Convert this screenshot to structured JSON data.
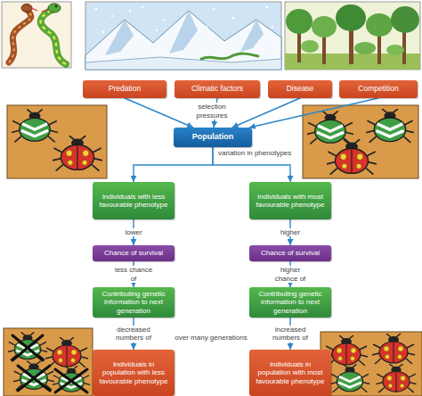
{
  "diagram": {
    "nodes": [
      {
        "text": [
          "Predation"
        ]
      },
      {
        "text": [
          "Climatic factors"
        ]
      },
      {
        "text": [
          "Disease"
        ]
      },
      {
        "text": [
          "Competition"
        ]
      },
      {
        "text": [
          "Population"
        ]
      },
      {
        "text": [
          "Individuals with less favourable phenotype"
        ]
      },
      {
        "text": [
          "Individuals with most favourable phenotype"
        ]
      },
      {
        "text": [
          "Chance of survival"
        ]
      },
      {
        "text": [
          "Chance of survival"
        ]
      },
      {
        "text": [
          "Contributing genetic information to next generation"
        ]
      },
      {
        "text": [
          "Contributing genetic information to next generation"
        ]
      },
      {
        "text": [
          "Individuals in population with less favourable phenotype"
        ]
      },
      {
        "text": [
          "Individuals in population with most favourable phenotype"
        ]
      }
    ],
    "edges": [
      {
        "from": 0,
        "to": 4,
        "arrow": "to"
      },
      {
        "from": 1,
        "to": 4,
        "arrow": "to"
      },
      {
        "from": 2,
        "to": 4,
        "arrow": "to"
      },
      {
        "from": 3,
        "to": 4,
        "arrow": "to"
      },
      {
        "from": 4,
        "to": 5,
        "arrow": "to"
      },
      {
        "from": 4,
        "to": 6,
        "arrow": "to"
      },
      {
        "from": 5,
        "to": 7,
        "label": "lower",
        "arrow": "to"
      },
      {
        "from": 6,
        "to": 8,
        "label": "higher",
        "arrow": "to"
      },
      {
        "from": 7,
        "to": 9,
        "label": "less chance of",
        "arrow": "to"
      },
      {
        "from": 8,
        "to": 10,
        "label": "higher chance of",
        "arrow": "to"
      },
      {
        "from": 9,
        "to": 11,
        "label": "decreased numbers of",
        "arrow": "to"
      },
      {
        "from": 10,
        "to": 12,
        "label": "increased numbers of",
        "arrow": "to"
      }
    ],
    "labels": [
      "selection pressures",
      "variation in phenotypes",
      "over many generations"
    ]
  }
}
